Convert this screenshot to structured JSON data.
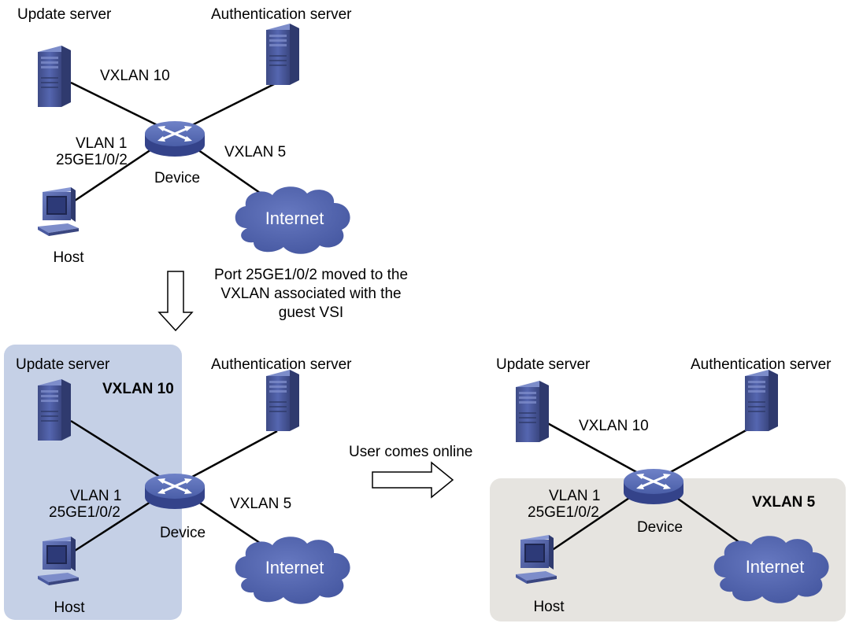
{
  "top": {
    "update_server": "Update server",
    "auth_server": "Authentication server",
    "vxlan_update": "VXLAN 10",
    "vxlan_internet": "VXLAN 5",
    "vlan": "VLAN 1",
    "port": "25GE1/0/2",
    "device": "Device",
    "host": "Host",
    "internet": "Internet"
  },
  "transition_1": {
    "lines": [
      "Port 25GE1/0/2 moved to the",
      "VXLAN associated with the",
      "guest VSI"
    ]
  },
  "bottom_left": {
    "update_server": "Update server",
    "auth_server": "Authentication server",
    "region_label": "VXLAN 10",
    "vxlan_internet": "VXLAN 5",
    "vlan": "VLAN 1",
    "port": "25GE1/0/2",
    "device": "Device",
    "host": "Host",
    "internet": "Internet"
  },
  "transition_2": {
    "label": "User comes online"
  },
  "bottom_right": {
    "update_server": "Update server",
    "auth_server": "Authentication server",
    "vxlan_update": "VXLAN 10",
    "region_label": "VXLAN 5",
    "vlan": "VLAN 1",
    "port": "25GE1/0/2",
    "device": "Device",
    "host": "Host",
    "internet": "Internet"
  },
  "colors": {
    "guest_region": "#c5d0e6",
    "online_region": "#e6e4e0",
    "device_blue": "#4a5ea8",
    "cloud_blue": "#4c5fad"
  }
}
